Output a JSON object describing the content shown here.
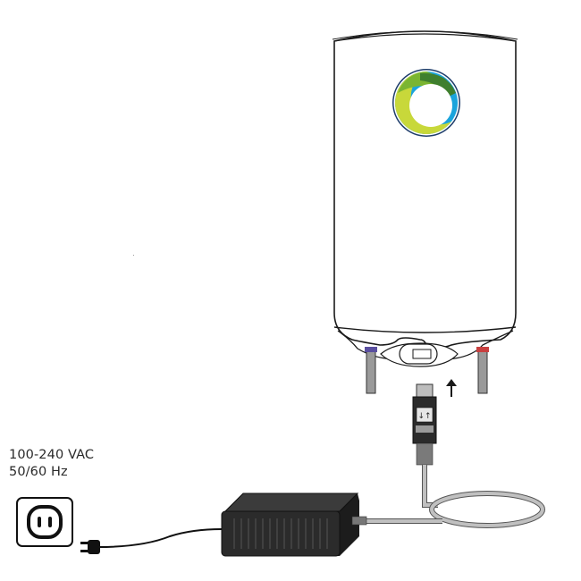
{
  "diagram": {
    "title": "Water heater power adapter connection",
    "power_spec": {
      "voltage": "100-240 VAC",
      "frequency": "50/60 Hz"
    },
    "components": [
      {
        "id": "water-heater",
        "label": "Water heater tank"
      },
      {
        "id": "logo",
        "label": "Circular logo",
        "colors": [
          "#7ab532",
          "#3f7f2e",
          "#c8d83a",
          "#1ba4dc",
          "#1e3d6b"
        ]
      },
      {
        "id": "connector",
        "label": "Connector plug",
        "icon": "up-down-arrows"
      },
      {
        "id": "insert-arrow",
        "label": "Insert direction arrow",
        "direction": "up"
      },
      {
        "id": "power-adapter",
        "label": "Power adapter brick",
        "color": "#2b2b2b"
      },
      {
        "id": "wall-outlet",
        "label": "Wall outlet"
      },
      {
        "id": "mains-plug",
        "label": "Mains plug"
      },
      {
        "id": "cold-pipe",
        "label": "Cold water pipe",
        "color": "#5a4fa0"
      },
      {
        "id": "hot-pipe",
        "label": "Hot water pipe",
        "color": "#c84040"
      }
    ]
  }
}
